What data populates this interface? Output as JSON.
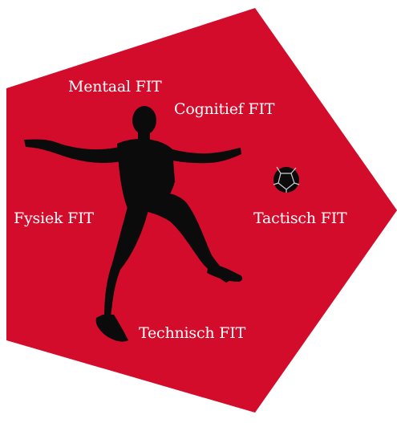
{
  "diagram": {
    "colors": {
      "pentagon": "#d40c2b",
      "silhouette": "#0b0b0b",
      "label": "#ffffff",
      "ball_lines": "#cfcfcf"
    },
    "labels": {
      "mentaal": "Mentaal FIT",
      "cognitief": "Cognitief FIT",
      "fysiek": "Fysiek FIT",
      "tactisch": "Tactisch FIT",
      "technisch": "Technisch FIT"
    },
    "icons": [
      "football-player-silhouette",
      "soccer-ball-icon"
    ]
  }
}
